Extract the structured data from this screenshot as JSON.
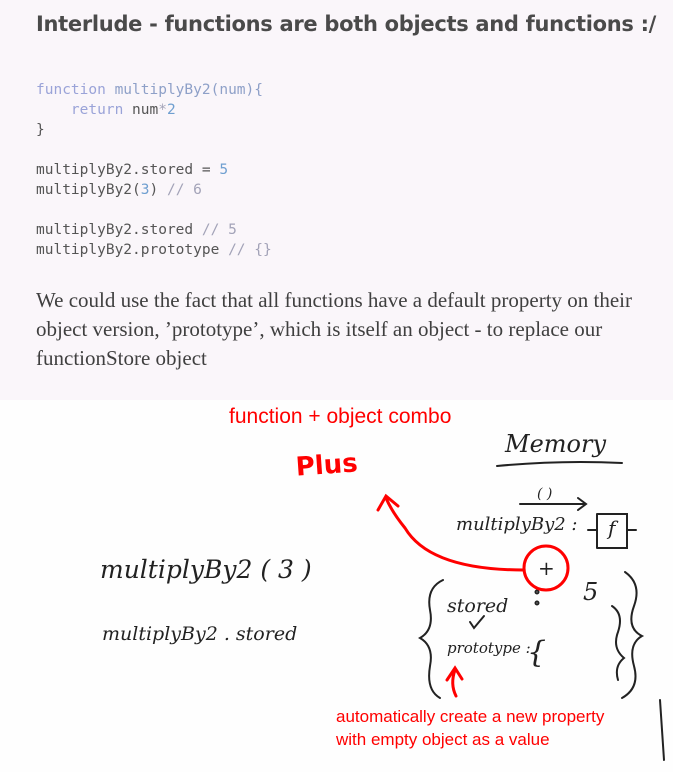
{
  "slide": {
    "title": "Interlude - functions are both objects and functions :/",
    "code": {
      "l1_kw": "function",
      "l1_name": " multiplyBy2",
      "l1_rest": "(num){",
      "l2_kw": "    return",
      "l2_a": " num",
      "l2_b": "*",
      "l2_c": "2",
      "l3": "}",
      "l4_a": "multiplyBy2.stored = ",
      "l4_b": "5",
      "l5_a": "multiplyBy2(",
      "l5_b": "3",
      "l5_c": ") ",
      "l5_d": "// 6",
      "l6_a": "multiplyBy2.stored ",
      "l6_b": "// 5",
      "l7_a": "multiplyBy2.prototype ",
      "l7_b": "// {}"
    },
    "paragraph": "We could use the fact that all functions have a default property on their object version, ’prototype’, which is itself an object - to replace our functionStore object"
  },
  "whiteboard": {
    "annotation_top": "function + object combo",
    "annotation_plus": "Plus",
    "annotation_bottom_1": "automatically create a new property",
    "annotation_bottom_2": "with empty object as a value",
    "hand_memory": "Memory",
    "hand_call": "multiplyBy2 ( 3 )",
    "hand_access": "multiplyBy2 . stored",
    "hand_fn_label": "multiplyBy2 :",
    "hand_f": "f",
    "hand_plus": "+",
    "hand_stored": "stored",
    "hand_value": "5",
    "hand_prototype": "prototype :",
    "hand_brace": "{",
    "hand_parens": "( )",
    "colors": {
      "annotation": "#ff0000",
      "ink": "#222222"
    }
  }
}
